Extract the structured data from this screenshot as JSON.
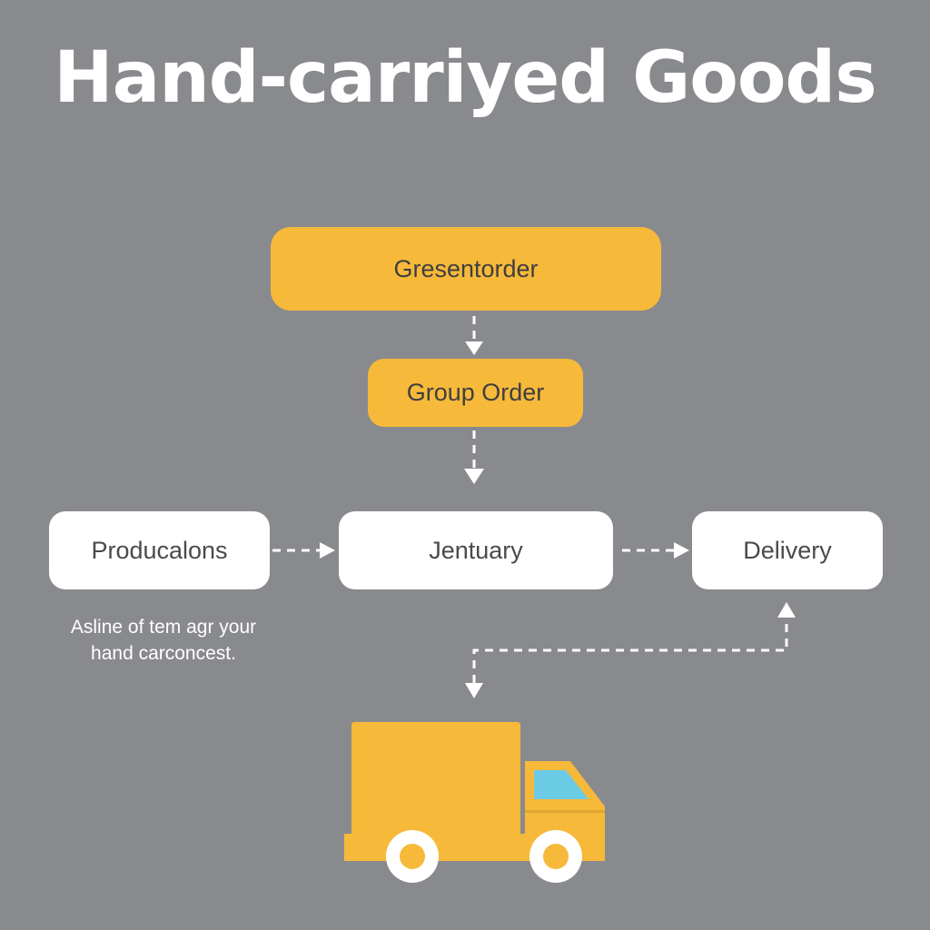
{
  "title": "Hand-carriyed Goods",
  "nodes": {
    "top": "Gresentorder",
    "group": "Group Order",
    "left": "Producalons",
    "middle": "Jentuary",
    "right": "Delivery"
  },
  "caption": {
    "line1": "Asline of tem agr your",
    "line2": "hand carconcest."
  },
  "colors": {
    "background": "#898a8d",
    "accent": "#f6b93a",
    "node_white": "#ffffff",
    "window": "#6ccbe4"
  },
  "icons": [
    "delivery-truck-icon"
  ]
}
